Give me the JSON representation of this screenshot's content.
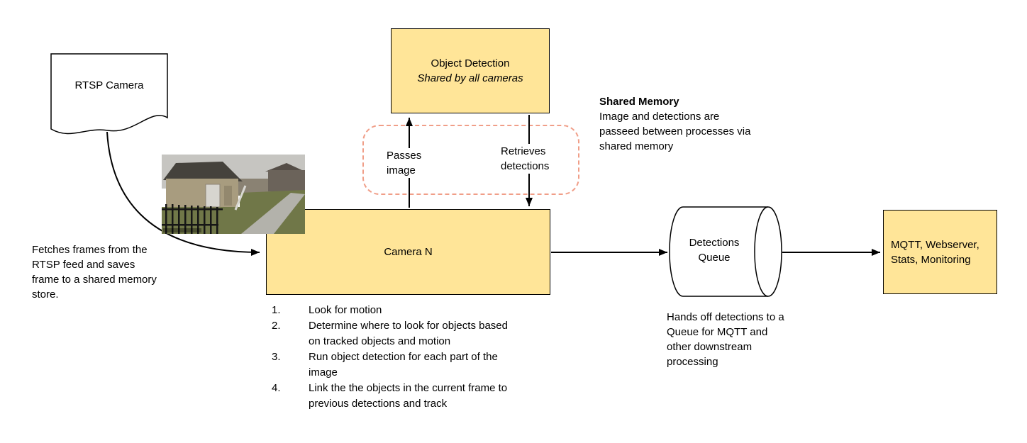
{
  "diagram": {
    "rtsp_camera": {
      "label": "RTSP Camera"
    },
    "fetch_note": "Fetches frames from the RTSP feed and saves frame to a shared memory store.",
    "object_detection": {
      "title": "Object Detection",
      "subtitle": "Shared by all cameras"
    },
    "passes_image_label": "Passes image",
    "retrieves_detections_label": "Retrieves detections",
    "shared_memory": {
      "title": "Shared Memory",
      "body": "Image and detections are passeed between processes via shared memory"
    },
    "camera_n": {
      "label": "Camera N"
    },
    "camera_steps": [
      {
        "num": "1.",
        "text": "Look for motion"
      },
      {
        "num": "2.",
        "text": "Determine where to look for objects based on tracked objects and motion"
      },
      {
        "num": "3.",
        "text": "Run object detection for each part of the image"
      },
      {
        "num": "4.",
        "text": "Link the the objects in the current frame to previous detections and track"
      }
    ],
    "detections_queue": {
      "label": "Detections Queue"
    },
    "queue_note": "Hands off detections to a Queue for MQTT and other downstream processing",
    "mqtt": {
      "label": "MQTT, Webserver, Stats, Monitoring"
    }
  },
  "colors": {
    "node_fill": "#ffe598",
    "node_border": "#000000",
    "shared_memory_dash": "#f09e88",
    "arrow": "#000000"
  }
}
